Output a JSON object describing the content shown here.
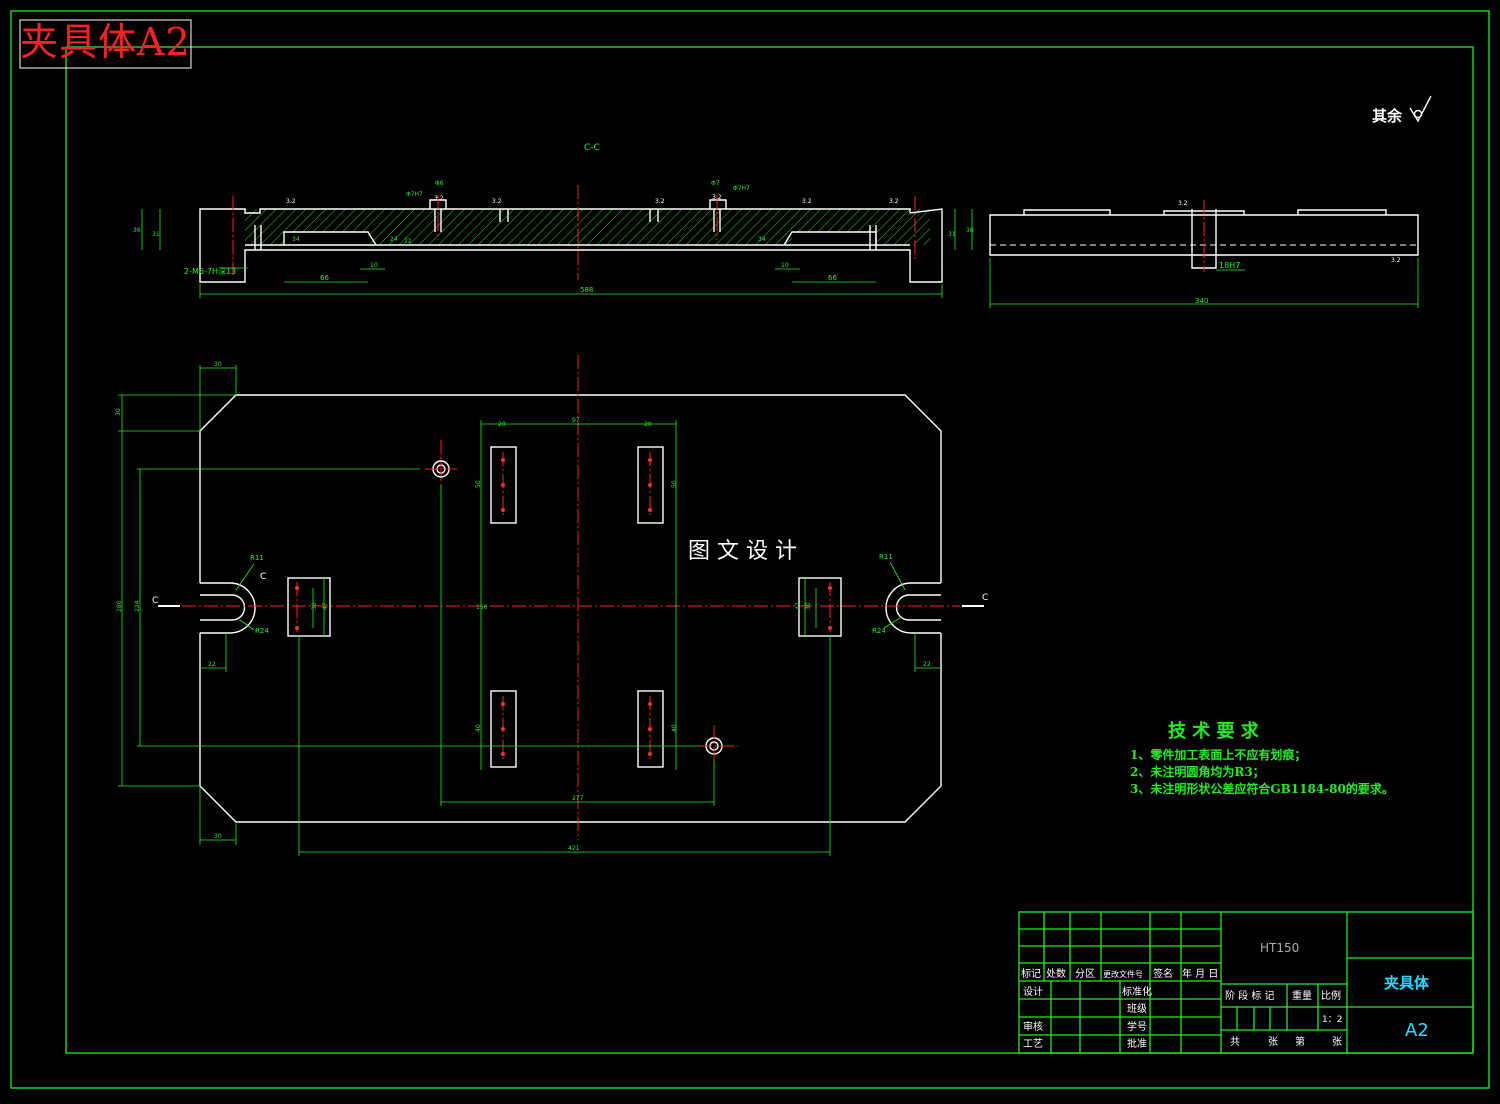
{
  "stamp_label": "夹具体A2",
  "roughness_note": "其余",
  "section_label": "C-C",
  "watermark": "图 文 设 计",
  "section_view": {
    "overall_length": "588",
    "pocket_length": "66",
    "gap_dim": "10",
    "hole_callout": "2-M6-7H深13",
    "fit_hole_a": "Φ7H7",
    "fit_hole_b": "Φ7H7",
    "fit_ratio": "Φ6",
    "fit_ratio_b": "Φ7",
    "roughness_value": "3.2",
    "height_a": "36",
    "height_b": "31",
    "small_a": "34",
    "small_b": "22",
    "small_c": "24"
  },
  "side_view": {
    "overall_length": "340",
    "slot_fit": "18H7",
    "roughness_value": "3.2",
    "roughness_bottom": "3.2"
  },
  "plan_view": {
    "top_chamfer": "30",
    "bottom_chamfer": "30",
    "left_height": "30",
    "overall_height": "280",
    "hole_span_v": "224",
    "hole_span_h": "277",
    "slot_span": "421",
    "block_span": "97",
    "block_width_a": "20",
    "block_width_b": "20",
    "block_height_a": "50",
    "block_height_b": "50",
    "block_height_c": "40",
    "block_height_d": "40",
    "side_block_a": "30",
    "side_block_b": "47",
    "side_block_c": "47",
    "side_block_d": "30",
    "radius_left_top": "R11",
    "radius_left_bot": "R24",
    "radius_right_top": "R11",
    "radius_right_bot": "R24",
    "slot_width_left": "22",
    "slot_width_right": "22",
    "section_mark_left": "C",
    "section_mark_right": "C",
    "section_mark_top": "C",
    "center_dim": "156"
  },
  "tech_requirements": {
    "title": "技 术 要 求",
    "items": [
      "1、零件加工表面上不应有划痕；",
      "2、未注明圆角均为R3；",
      "3、未注明形状公差应符合GB1184-80的要求。"
    ]
  },
  "title_block": {
    "material": "HT150",
    "part_name": "夹具体",
    "sheet_size": "A2",
    "scale": "1：2",
    "headers": [
      "标记",
      "处数",
      "分区",
      "更改文件号",
      "签名",
      "年 月 日"
    ],
    "rows_left": [
      "设计",
      "审核",
      "工艺"
    ],
    "rows_mid": [
      "标准化",
      "班级",
      "学号",
      "批准"
    ],
    "stage_headers": [
      "阶 段 标 记",
      "重量",
      "比例"
    ],
    "sheet_count": [
      "共",
      "张",
      "第",
      "张"
    ]
  }
}
